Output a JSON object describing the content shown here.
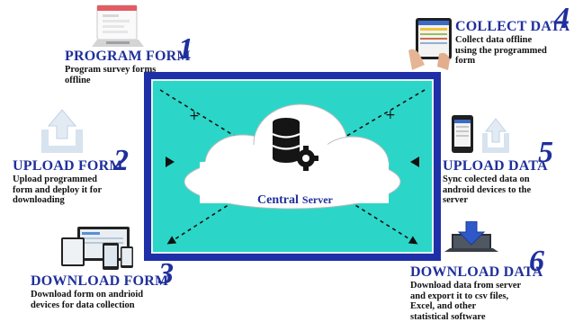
{
  "steps": [
    {
      "title": "PROGRAM FORM",
      "num": "1",
      "desc_lines": [
        "Program survey forms",
        "offline"
      ]
    },
    {
      "title": "UPLOAD FORM",
      "num": "2",
      "desc_lines": [
        "Upload programmed",
        "form and deploy it for",
        "downloading"
      ]
    },
    {
      "title": "DOWNLOAD FORM",
      "num": "3",
      "desc_lines": [
        "Download form on andrioid",
        "devices for data collection"
      ]
    },
    {
      "title": "COLLECT DATA",
      "num": "4",
      "desc_lines": [
        "Collect data offline",
        "using the programmed",
        "form"
      ]
    },
    {
      "title": "UPLOAD DATA",
      "num": "5",
      "desc_lines": [
        "Sync colected data on",
        "android devices to the",
        "server"
      ]
    },
    {
      "title": "DOWNLOAD DATA",
      "num": "6",
      "desc_lines": [
        "Download data from server",
        "and export it to csv files,",
        "Excel, and other",
        "statistical software"
      ]
    }
  ],
  "server": {
    "word1": "Central",
    "word2": "Server"
  },
  "icons": {
    "step1": "form-design-icon",
    "step2": "upload-arrow-icon",
    "step3": "devices-icon",
    "step4": "tablet-hand-icon",
    "step5": "phone-upload-icon",
    "step6": "laptop-download-icon",
    "server": "database-gear-icon"
  },
  "colors": {
    "frame": "#1e2fa8",
    "inner": "#2bd6c8",
    "title": "#1f2f9c"
  }
}
